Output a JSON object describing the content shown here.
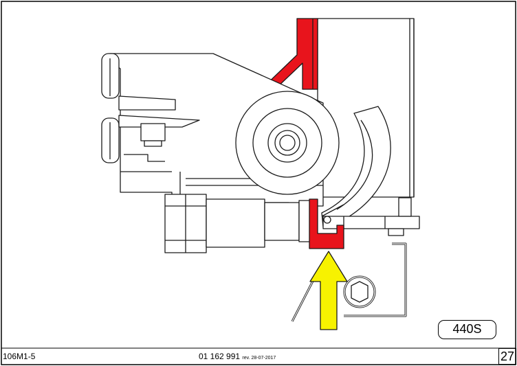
{
  "footer": {
    "drawing_code": "106M1-5",
    "document_number": "01 162 991",
    "revision": "rev. 28-07-2017",
    "page_number": "27"
  },
  "badge": {
    "model": "440S"
  },
  "colors": {
    "highlight_red": "#e8141c",
    "arrow_yellow": "#f7f200",
    "line": "#1a1a1a",
    "fill": "#ffffff"
  },
  "icons": {
    "arrow": "up-arrow-icon"
  }
}
